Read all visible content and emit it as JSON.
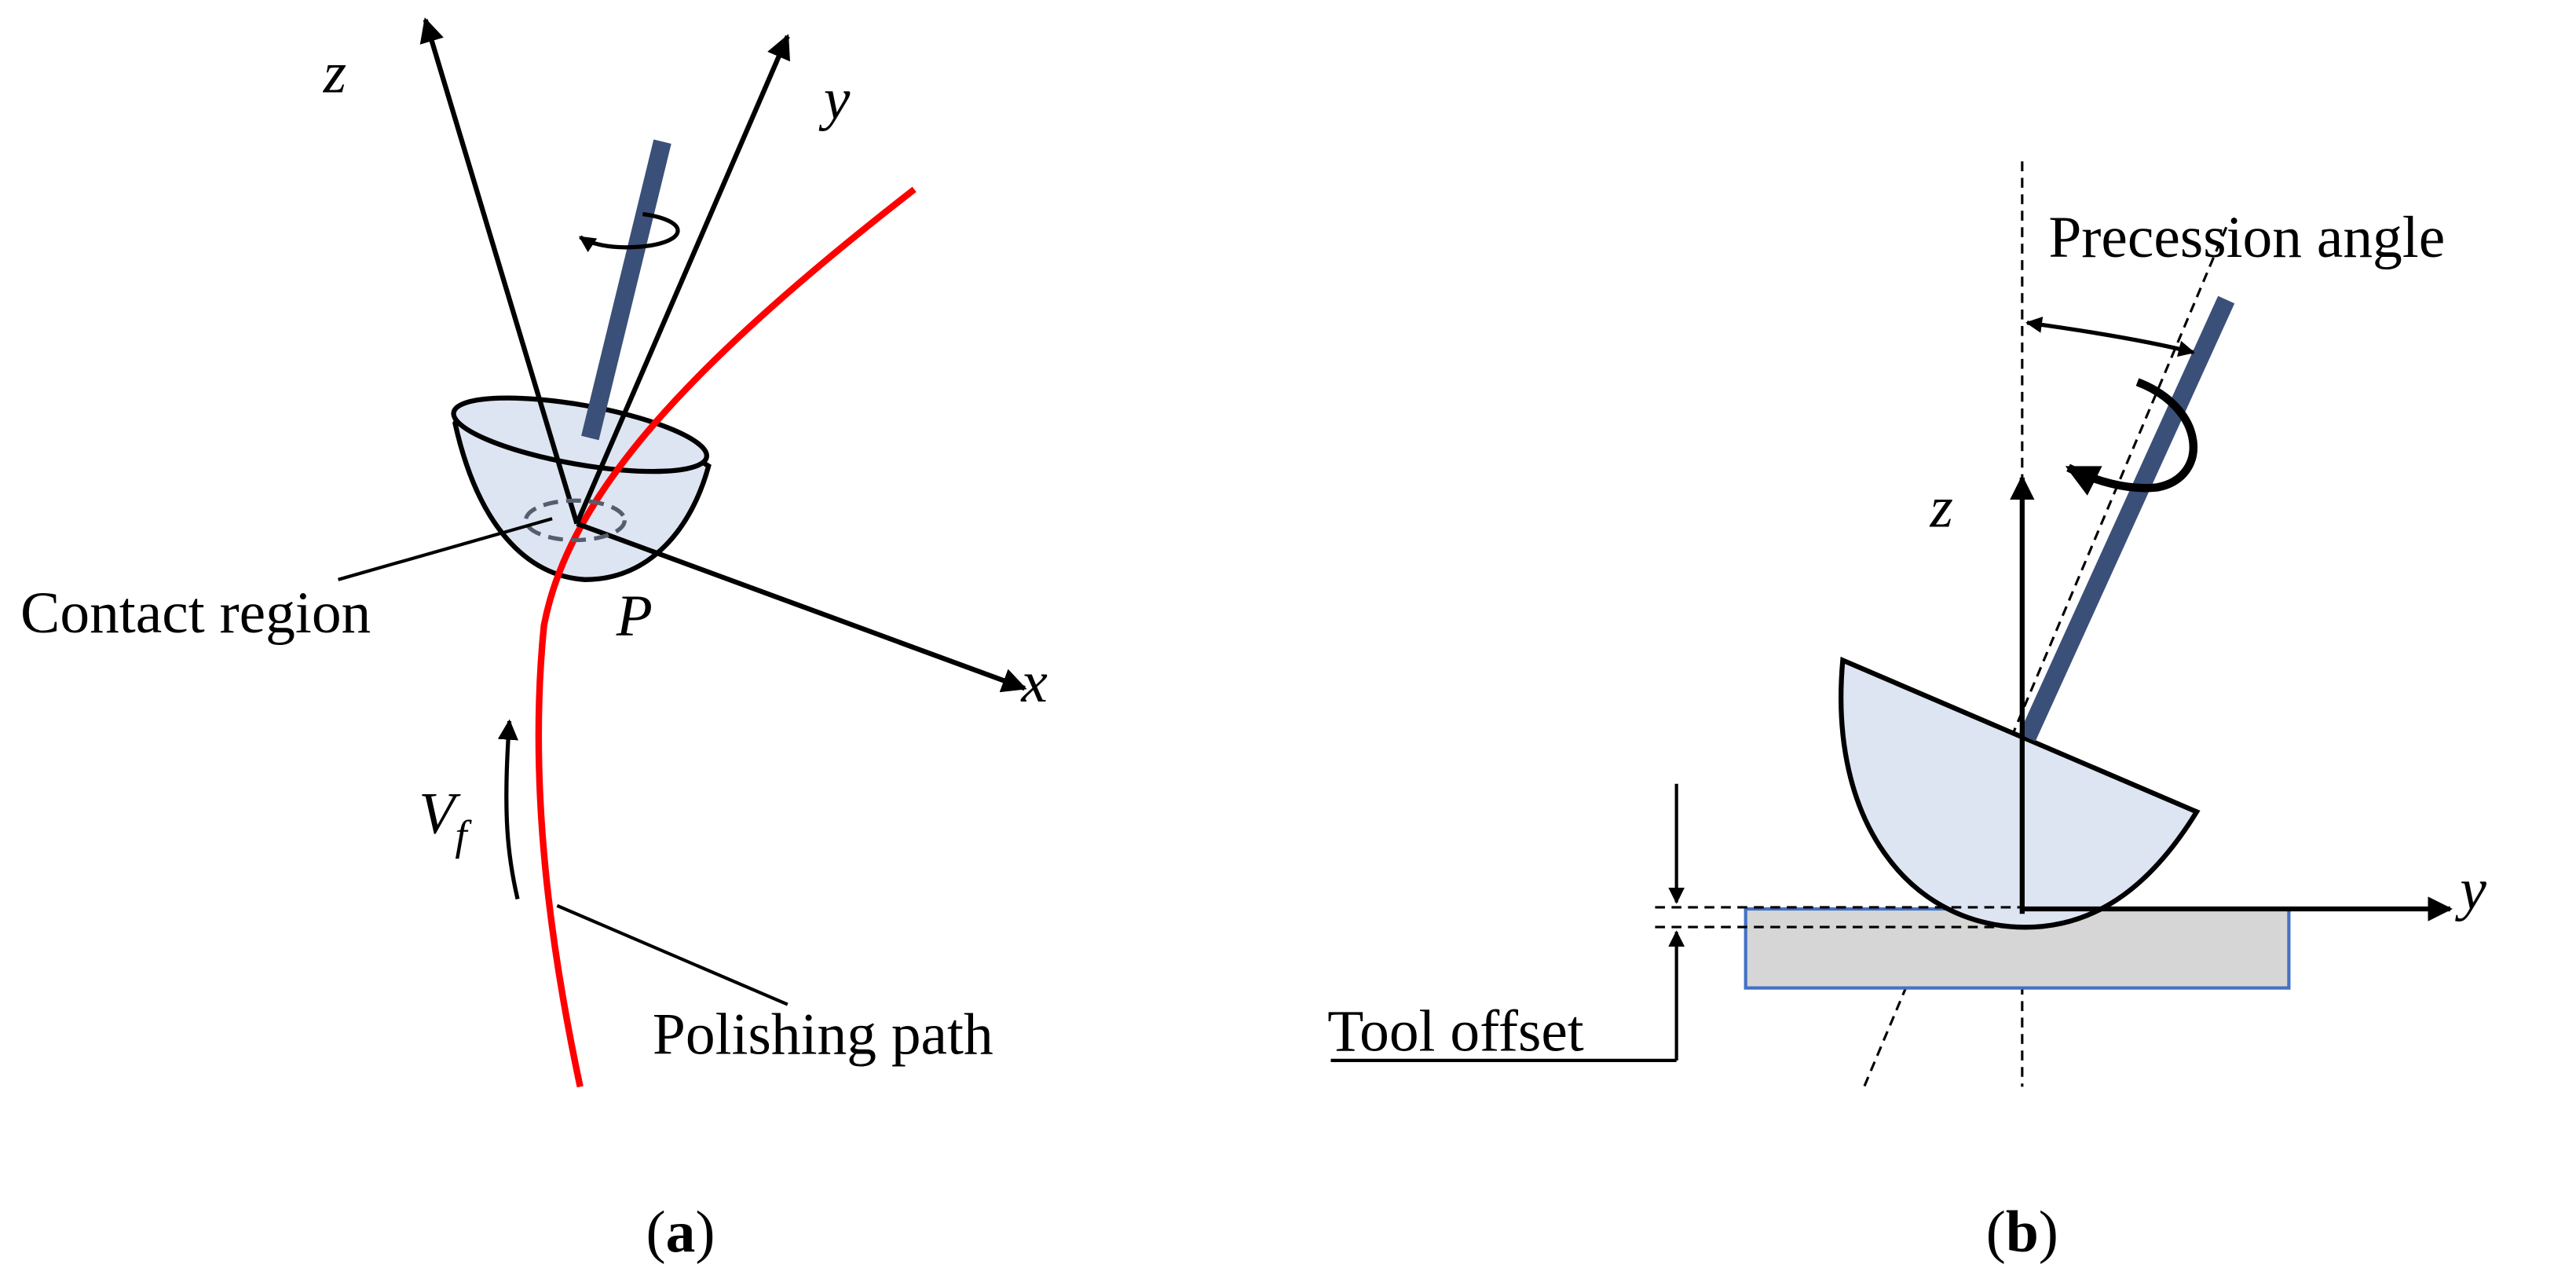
{
  "panel_a": {
    "axis_z": "z",
    "axis_y": "y",
    "axis_x": "x",
    "point": "P",
    "velocity_main": "V",
    "velocity_sub": "f",
    "contact_region": "Contact region",
    "polishing_path": "Polishing path",
    "caption": {
      "open": "(",
      "letter": "a",
      "close": ")"
    }
  },
  "panel_b": {
    "precession_angle": "Precession angle",
    "axis_z": "z",
    "axis_y": "y",
    "tool_offset": "Tool offset",
    "caption": {
      "open": "(",
      "letter": "b",
      "close": ")"
    }
  },
  "colors": {
    "path": "#ff0000",
    "tool_shaft": "#3b5078",
    "tool_head_fill": "#dde4f2",
    "workpiece_fill": "#d6d6d6",
    "workpiece_stroke": "#4472c4",
    "contact_ellipse": "#555e6e"
  }
}
